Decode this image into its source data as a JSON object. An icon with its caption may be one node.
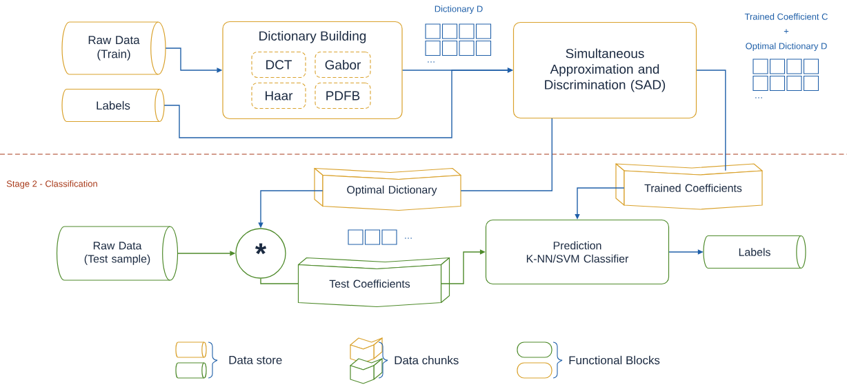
{
  "diagram": {
    "nodes": [
      {
        "text": [
          "Raw Data (Train)"
        ]
      },
      {
        "text": [
          "Labels"
        ]
      },
      {
        "text": [
          "Dictionary Building"
        ]
      },
      {
        "text": [
          "DCT"
        ],
        "in": 2
      },
      {
        "text": [
          "Gabor"
        ],
        "in": 2
      },
      {
        "text": [
          "Haar"
        ],
        "in": 2
      },
      {
        "text": [
          "PDFB"
        ],
        "in": 2
      },
      {
        "text": [
          "Simultaneous Approximation and Discrimination (SAD)"
        ]
      },
      {
        "text": [
          "Optimal Dictionary"
        ]
      },
      {
        "text": [
          "Trained Coefficients"
        ]
      },
      {
        "text": [
          "Raw Data (Test sample)"
        ]
      },
      {
        "text": [
          "*"
        ]
      },
      {
        "text": [
          "Test Coefficients"
        ]
      },
      {
        "text": [
          "Prediction",
          "K-NN/SVM Classifier"
        ]
      },
      {
        "text": [
          "Labels"
        ]
      }
    ],
    "edges": [
      {
        "from": 0,
        "to": 2,
        "arrow": "to"
      },
      {
        "from": 2,
        "to": 7,
        "arrow": "to"
      },
      {
        "from": 1,
        "to": 7,
        "arrow": "to"
      },
      {
        "from": 7,
        "to": 8,
        "arrow": "none"
      },
      {
        "from": 8,
        "to": 11,
        "arrow": "to"
      },
      {
        "from": 7,
        "to": 9,
        "arrow": "none"
      },
      {
        "from": 9,
        "to": 13,
        "arrow": "to"
      },
      {
        "from": 10,
        "to": 11,
        "arrow": "to",
        "color": "#4e8a2a"
      },
      {
        "from": 11,
        "to": 12,
        "arrow": "none",
        "color": "#4e8a2a"
      },
      {
        "from": 12,
        "to": 13,
        "arrow": "to",
        "color": "#4e8a2a"
      },
      {
        "from": 13,
        "to": 14,
        "arrow": "to"
      }
    ],
    "labels": [
      "Dictionary D",
      "…",
      "Trained Coefficient C",
      "+",
      "Optimal Dictionary D",
      "…",
      "Stage 2 - Classification",
      "…"
    ],
    "legend": [
      {
        "text": "Data store"
      },
      {
        "text": "Data chunks"
      },
      {
        "text": "Functional Blocks"
      }
    ]
  }
}
